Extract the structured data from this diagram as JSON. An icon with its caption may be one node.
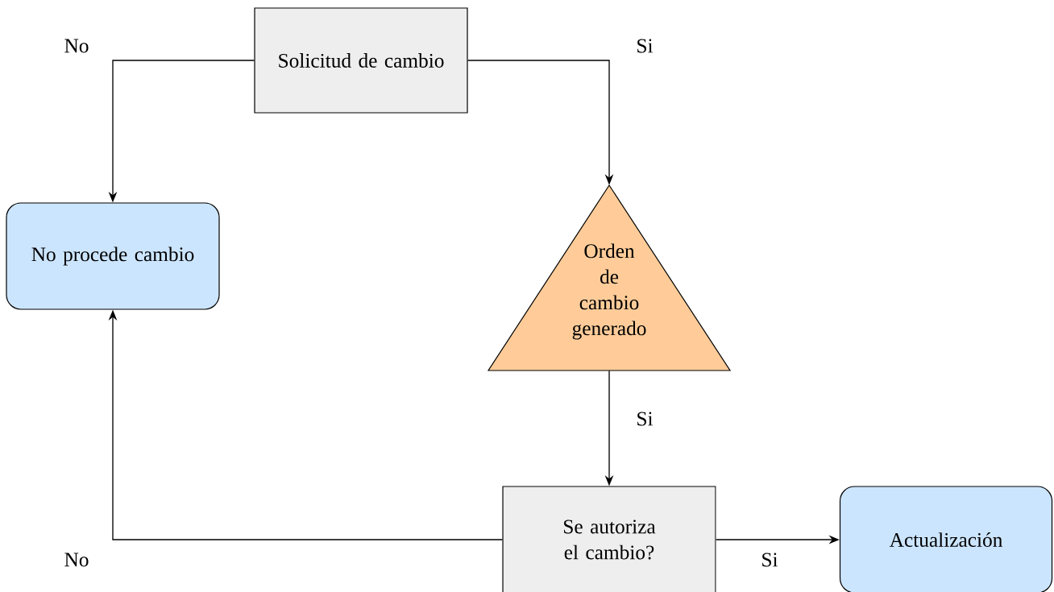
{
  "diagram": {
    "nodes": [
      {
        "text": [
          "Solicitud de cambio"
        ]
      },
      {
        "text": [
          "No procede cambio"
        ]
      },
      {
        "text": [
          "Orden de cambio generado"
        ]
      },
      {
        "text": [
          "Se autoriza el cambio?"
        ]
      },
      {
        "text": [
          "Actualización"
        ]
      }
    ],
    "edges": [
      {
        "from": 0,
        "to": 1,
        "arrow": "to",
        "label": "No"
      },
      {
        "from": 0,
        "to": 2,
        "arrow": "to",
        "label": "Si"
      },
      {
        "from": 2,
        "to": 3,
        "arrow": "to",
        "label": "Si"
      },
      {
        "from": 3,
        "to": 1,
        "arrow": "to",
        "label": "No"
      },
      {
        "from": 3,
        "to": 4,
        "arrow": "to",
        "label": "Si"
      }
    ]
  }
}
